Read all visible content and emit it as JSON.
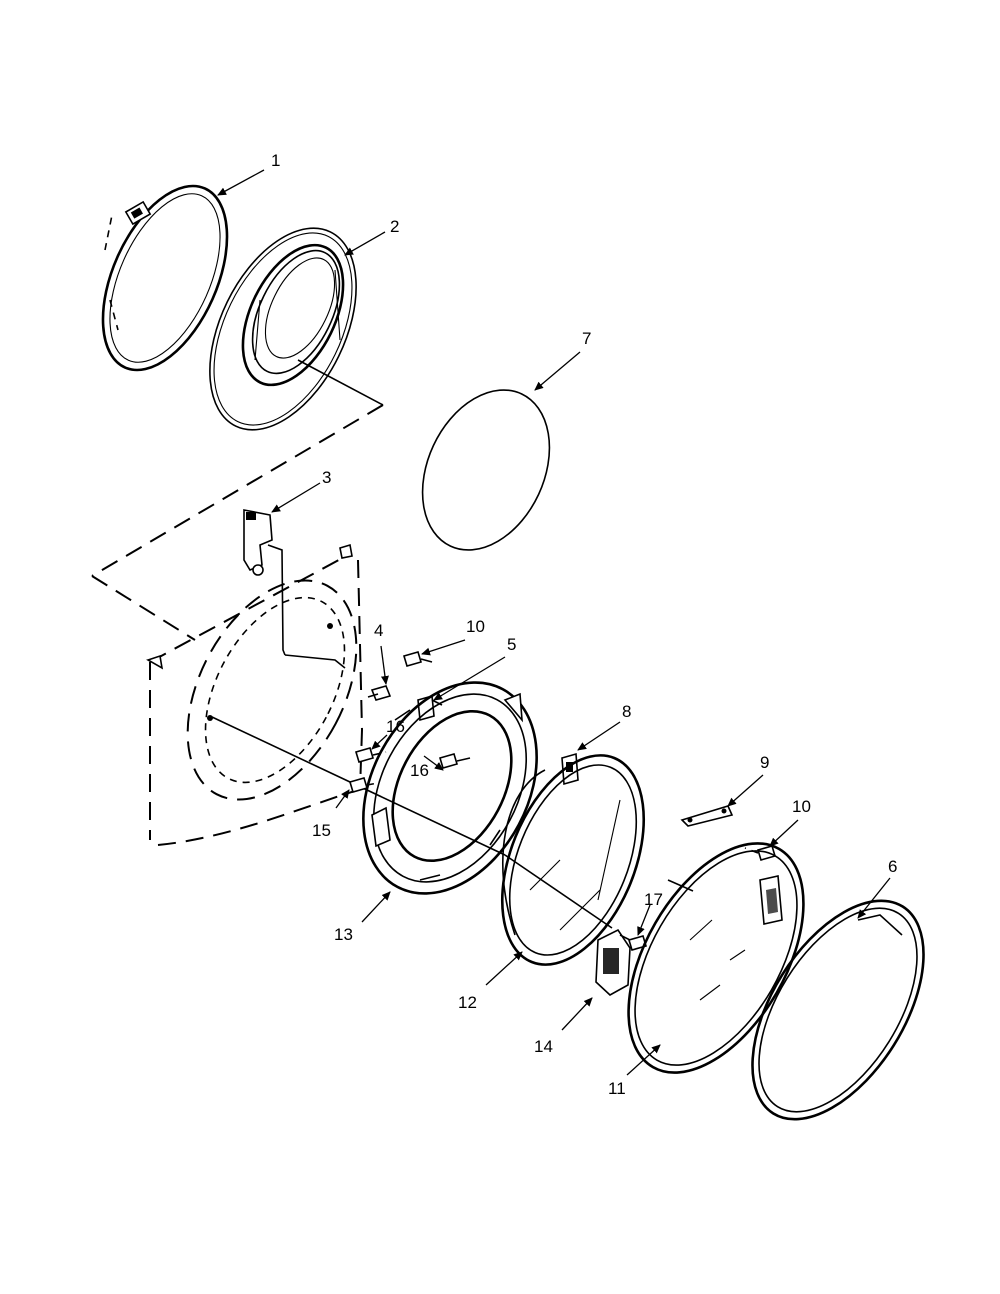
{
  "callouts": [
    {
      "id": "c1",
      "label": "1"
    },
    {
      "id": "c2",
      "label": "2"
    },
    {
      "id": "c3",
      "label": "3"
    },
    {
      "id": "c4",
      "label": "4"
    },
    {
      "id": "c5",
      "label": "5"
    },
    {
      "id": "c6",
      "label": "6"
    },
    {
      "id": "c7",
      "label": "7"
    },
    {
      "id": "c8",
      "label": "8"
    },
    {
      "id": "c9",
      "label": "9"
    },
    {
      "id": "c10a",
      "label": "10"
    },
    {
      "id": "c10b",
      "label": "10"
    },
    {
      "id": "c11",
      "label": "11"
    },
    {
      "id": "c12",
      "label": "12"
    },
    {
      "id": "c13",
      "label": "13"
    },
    {
      "id": "c14",
      "label": "14"
    },
    {
      "id": "c15",
      "label": "15"
    },
    {
      "id": "c16a",
      "label": "16"
    },
    {
      "id": "c16b",
      "label": "16"
    },
    {
      "id": "c17",
      "label": "17"
    }
  ]
}
